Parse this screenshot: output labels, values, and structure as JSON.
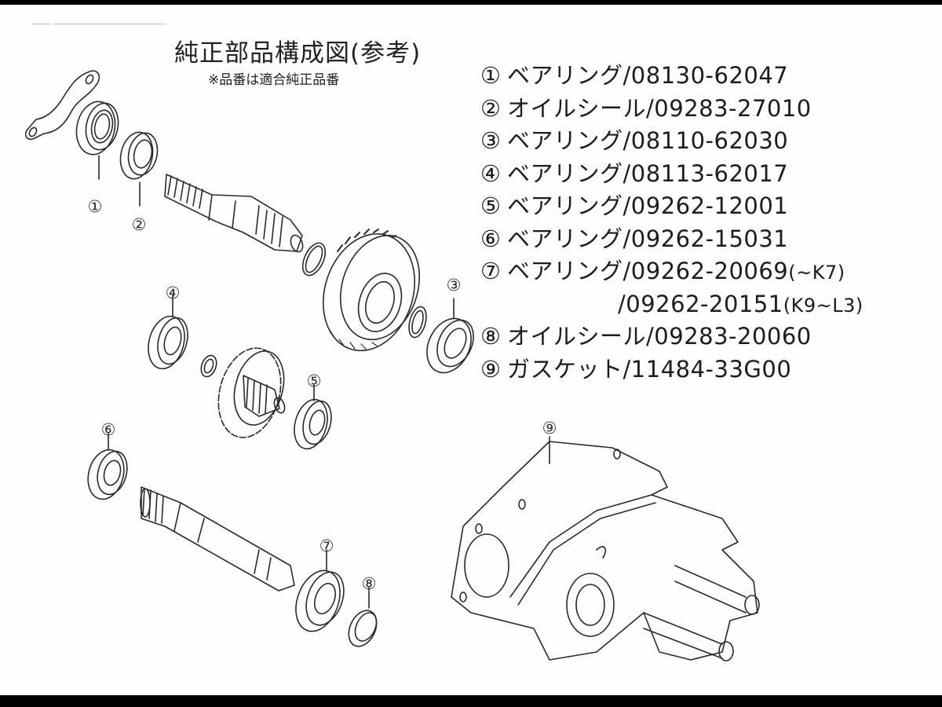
{
  "header": {
    "title": "純正部品構成図(参考)",
    "note": "※品番は適合純正品番"
  },
  "parts": [
    {
      "no": "①",
      "name": "ベアリング",
      "part_number": "/08130-62047",
      "suffix": ""
    },
    {
      "no": "②",
      "name": "オイルシール",
      "part_number": "/09283-27010",
      "suffix": ""
    },
    {
      "no": "③",
      "name": "ベアリング",
      "part_number": "/08110-62030",
      "suffix": ""
    },
    {
      "no": "④",
      "name": "ベアリング",
      "part_number": "/08113-62017",
      "suffix": ""
    },
    {
      "no": "⑤",
      "name": "ベアリング",
      "part_number": "/09262-12001",
      "suffix": ""
    },
    {
      "no": "⑥",
      "name": "ベアリング",
      "part_number": "/09262-15031",
      "suffix": ""
    },
    {
      "no": "⑦",
      "name": "ベアリング",
      "part_number": "/09262-20069",
      "suffix": "(~K7)"
    },
    {
      "no": "",
      "name": "",
      "part_number": "/09262-20151",
      "suffix": "(K9~L3)"
    },
    {
      "no": "⑧",
      "name": "オイルシール",
      "part_number": "/09283-20060",
      "suffix": ""
    },
    {
      "no": "⑨",
      "name": "ガスケット",
      "part_number": "/11484-33G00",
      "suffix": ""
    }
  ],
  "callouts": {
    "c1": "①",
    "c2": "②",
    "c3": "③",
    "c4": "④",
    "c5": "⑤",
    "c6": "⑥",
    "c7": "⑦",
    "c8": "⑧",
    "c9": "⑨"
  },
  "colors": {
    "background": "#fdfdfd",
    "frame": "#000000",
    "ink": "#222222"
  }
}
